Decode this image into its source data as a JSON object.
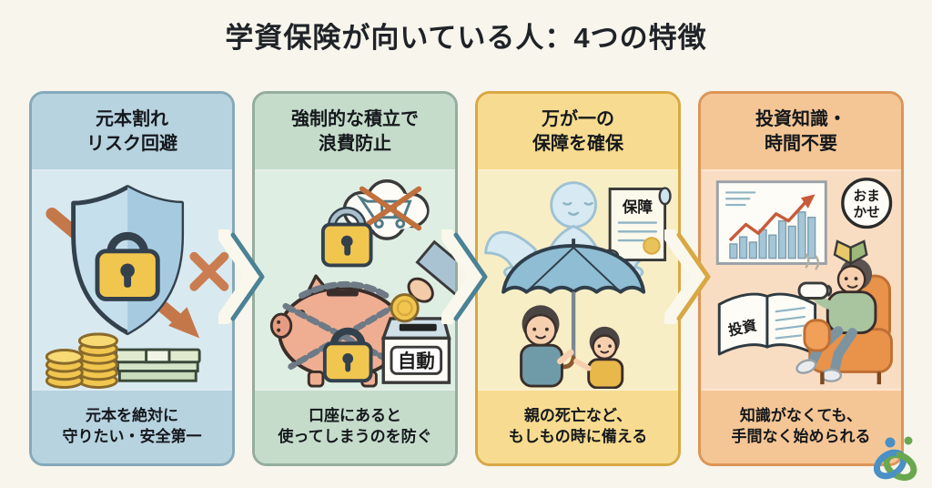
{
  "page": {
    "title": "学資保険が向いている人：4つの特徴",
    "background_color": "#f7f5ec"
  },
  "cards": [
    {
      "header_line1": "元本割れ",
      "header_line2": "リスク回避",
      "footer_line1": "元本を絶対に",
      "footer_line2": "守りたい・安全第一",
      "illustration": "shield-lock-coins-declining-arrow",
      "colors": {
        "border": "#86a9ba",
        "band": "#b7d3e0",
        "body": "#d9e9f0"
      }
    },
    {
      "header_line1": "強制的な積立で",
      "header_line2": "浪費防止",
      "footer_line1": "口座にあると",
      "footer_line2": "使ってしまうのを防ぐ",
      "illustration": "chained-piggy-bank-auto-deposit",
      "labels": {
        "box": "自動"
      },
      "colors": {
        "border": "#95ad9d",
        "band": "#c5dccb",
        "body": "#dfeee3"
      }
    },
    {
      "header_line1": "万が一の",
      "header_line2": "保障を確保",
      "footer_line1": "親の死亡など、",
      "footer_line2": "もしもの時に備える",
      "illustration": "guardian-angel-umbrella-family",
      "labels": {
        "document": "保障"
      },
      "colors": {
        "border": "#d9a843",
        "band": "#f7db90",
        "body": "#f8eec6"
      }
    },
    {
      "header_line1": "投資知識・",
      "header_line2": "時間不要",
      "footer_line1": "知識がなくても、",
      "footer_line2": "手間なく始められる",
      "illustration": "relaxed-person-chart-investment-book",
      "labels": {
        "book": "投資",
        "badge_line1": "おま",
        "badge_line2": "かせ"
      },
      "colors": {
        "border": "#dd9557",
        "band": "#f5c695",
        "body": "#f9ddc3"
      }
    }
  ],
  "chevrons": {
    "fill": "#faf8ec",
    "stroke_teal": "#4a8296",
    "stroke_gold": "#d9a843"
  },
  "logo": {
    "name": "interlocking-rings-logo",
    "blue": "#4a90c4",
    "green": "#6aa84f"
  }
}
